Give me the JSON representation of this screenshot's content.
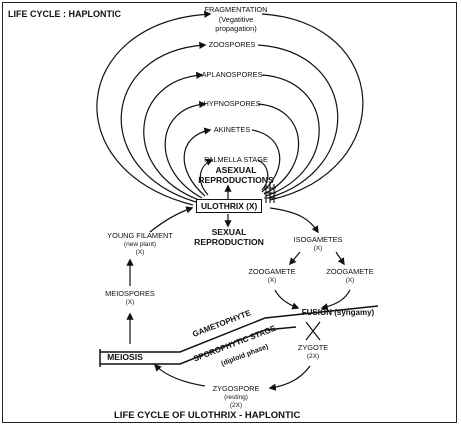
{
  "title": "LIFE CYCLE : HAPLONTIC",
  "caption": "LIFE CYCLE OF ULOTHRIX - HAPLONTIC",
  "asexual": {
    "fragmentation": "FRAGMENTATION",
    "fragmentation_note1": "(Vegatitive",
    "fragmentation_note2": "propagation)",
    "zoospores": "ZOOSPORES",
    "aplanospores": "APLANOSPORES",
    "hypnospores": "HYPNOSPORES",
    "akinetes": "AKINETES",
    "palmella": "PALMELLA STAGE",
    "heading1": "ASEXUAL",
    "heading2": "REPRODUCTIONS"
  },
  "center": "ULOTHRIX (X)",
  "sexual": {
    "heading1": "SEXUAL",
    "heading2": "REPRODUCTION",
    "isogametes": "ISOGAMETES",
    "isogametes_ploidy": "(X)",
    "zoogamete_left": "ZOOGAMETE",
    "zoogamete_left_ploidy": "(X)",
    "zoogamete_right": "ZOOGAMETE",
    "zoogamete_right_ploidy": "(X)",
    "fusion": "FUSION (syngamy)",
    "zygote": "ZYGOTE",
    "zygote_ploidy": "(2X)",
    "zygospore": "ZYGOSPORE",
    "zygospore_note": "(resting)",
    "zygospore_ploidy": "(2X)"
  },
  "cycle": {
    "young_filament": "YOUNG FILAMENT",
    "young_filament_note": "(new plant)",
    "young_filament_ploidy": "(X)",
    "meiospores": "MEIOSPORES",
    "meiospores_ploidy": "(X)",
    "meiosis": "MEIOSIS"
  },
  "phases": {
    "gametophyte": "GAMETOPHYTE",
    "sporophytic1": "SPOROPHYTIC STAGE",
    "sporophytic2": "(diploid phase)"
  }
}
